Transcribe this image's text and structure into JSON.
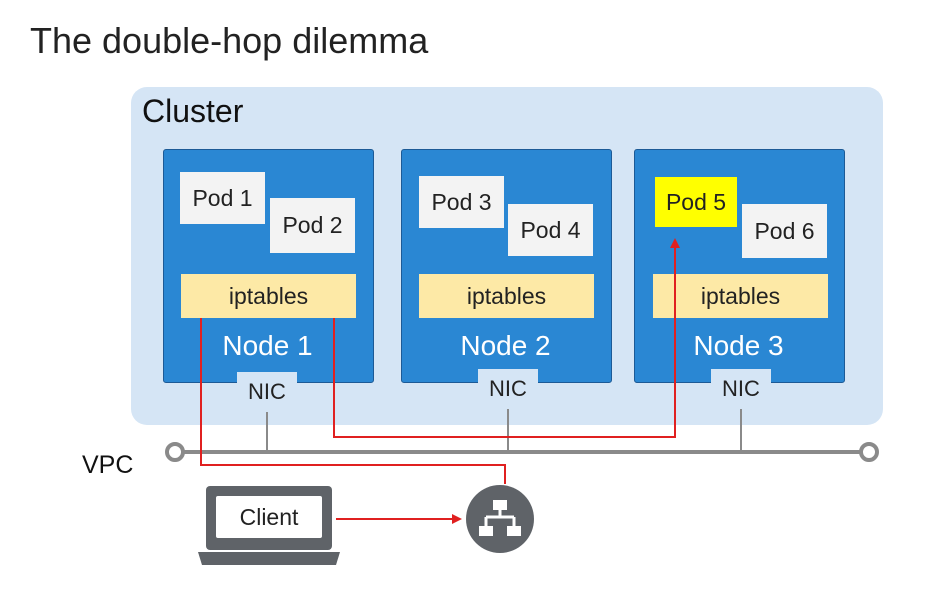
{
  "title": "The double-hop dilemma",
  "cluster": {
    "label": "Cluster",
    "nodes": [
      {
        "label": "Node 1",
        "pods": [
          "Pod 1",
          "Pod 2"
        ],
        "iptables": "iptables",
        "nic": "NIC"
      },
      {
        "label": "Node 2",
        "pods": [
          "Pod 3",
          "Pod 4"
        ],
        "iptables": "iptables",
        "nic": "NIC"
      },
      {
        "label": "Node 3",
        "pods": [
          "Pod 5",
          "Pod 6"
        ],
        "iptables": "iptables",
        "nic": "NIC"
      }
    ]
  },
  "network": {
    "label": "VPC"
  },
  "client": {
    "label": "Client"
  },
  "load_balancer": {
    "icon": "load-balancer-icon"
  },
  "colors": {
    "cluster_bg": "#d5e5f5",
    "node": "#2a87d3",
    "iptables": "#fde9a6",
    "highlight_pod": "#ffff00",
    "traffic_path": "#e02020",
    "vpc_line": "#8a8a8a"
  }
}
